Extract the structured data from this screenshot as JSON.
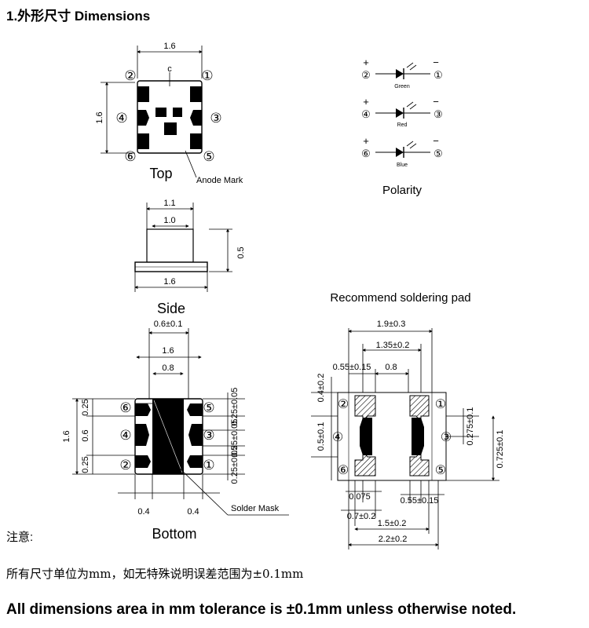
{
  "title": "1.外形尺寸 Dimensions",
  "top_view": {
    "caption": "Top",
    "width_dim": "1.6",
    "height_dim": "1.6",
    "anode_mark_label": "Anode Mark",
    "center_mark": "c",
    "pins": [
      "②",
      "①",
      "④",
      "③",
      "⑥",
      "⑤"
    ]
  },
  "polarity": {
    "caption": "Polarity",
    "rows": [
      {
        "plus": "+",
        "minus": "−",
        "left_pin": "②",
        "right_pin": "①",
        "color_label": "Green"
      },
      {
        "plus": "+",
        "minus": "−",
        "left_pin": "④",
        "right_pin": "③",
        "color_label": "Red"
      },
      {
        "plus": "+",
        "minus": "−",
        "left_pin": "⑥",
        "right_pin": "⑤",
        "color_label": "Blue"
      }
    ]
  },
  "side_view": {
    "caption": "Side",
    "dim_top_outer": "1.1",
    "dim_top_inner": "1.0",
    "dim_width": "1.6",
    "dim_height": "0.5"
  },
  "bottom_view": {
    "caption": "Bottom",
    "dim_top": "0.6±0.1",
    "dim_mid": "1.6",
    "dim_inner": "0.8",
    "left_dims": [
      "0.25",
      "0.6",
      "0.25"
    ],
    "left_total": "1.6",
    "right_dims": [
      "0.25±0.05",
      "0.25±0.05",
      "0.25±0.05"
    ],
    "bottom_dims": [
      "0.4",
      "0.4"
    ],
    "solder_mask_label": "Solder Mask",
    "pins": [
      "⑥",
      "⑤",
      "④",
      "③",
      "②",
      "①"
    ]
  },
  "solder_pad": {
    "caption": "Recommend soldering pad",
    "dim_top1": "1.9±0.3",
    "dim_top2": "1.35±0.2",
    "dim_top3": "0.55±0.15",
    "dim_top4": "0.8",
    "left_dims": [
      "0.4±0.2",
      "0.5±0.1"
    ],
    "right_dims": [
      "0.275±0.1",
      "0.725±0.1"
    ],
    "bottom_dims": [
      "0.075",
      "0.55±0.15",
      "0.7±0.2",
      "1.5±0.2",
      "2.2±0.2"
    ],
    "pins": [
      "②",
      "①",
      "④",
      "③",
      "⑥",
      "⑤"
    ]
  },
  "note_label": "注意:",
  "note_cn": "所有尺寸单位为mm，如无特殊说明误差范围为±0.1mm",
  "note_en": "All dimensions area in mm tolerance is ±0.1mm unless otherwise noted."
}
